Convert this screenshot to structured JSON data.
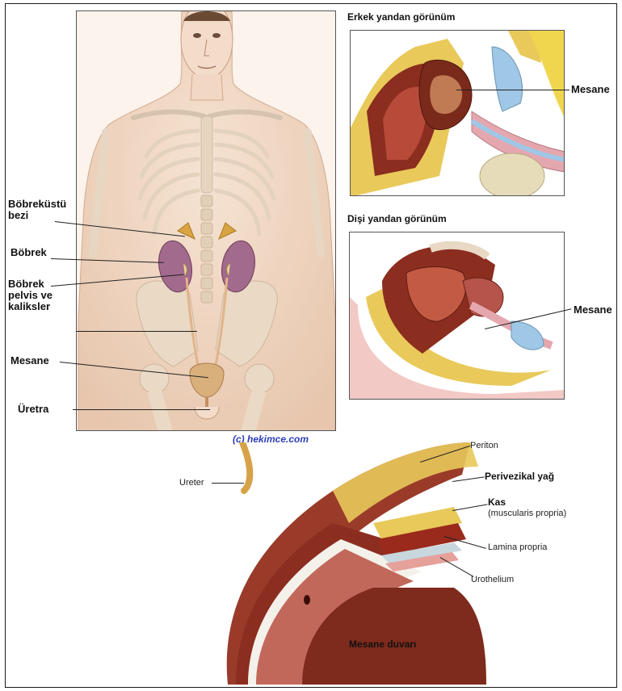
{
  "front_view": {
    "labels": {
      "adrenal": "Böbreküstü\nbezi",
      "kidney": "Böbrek",
      "renal_pelvis": "Böbrek\npelvis ve\nkaliksler",
      "bladder": "Mesane",
      "urethra": "Üretra"
    },
    "credit": "(c) hekimce.com"
  },
  "male_view": {
    "heading": "Erkek yandan görünüm",
    "bladder_label": "Mesane"
  },
  "female_view": {
    "heading": "Dişi yandan görünüm",
    "bladder_label": "Mesane"
  },
  "wall_view": {
    "labels": {
      "ureter": "Ureter",
      "peritoneum": "Periton",
      "perivesical_fat": "Perivezikal yağ",
      "muscle": "Kas",
      "muscle_sub": "(muscularis propria)",
      "lamina_propria": "Lamina propria",
      "urothelium": "Urothelium",
      "bladder_wall": "Mesane duvarı"
    }
  },
  "colors": {
    "skin": "#f1d9c6",
    "bone": "#e8d8c4",
    "kidney": "#a26a8c",
    "muscle": "#8b2d1f",
    "fat": "#e8c95a",
    "urothelium": "#f4f0ea",
    "bladder_fill": "#9fc7e6"
  }
}
